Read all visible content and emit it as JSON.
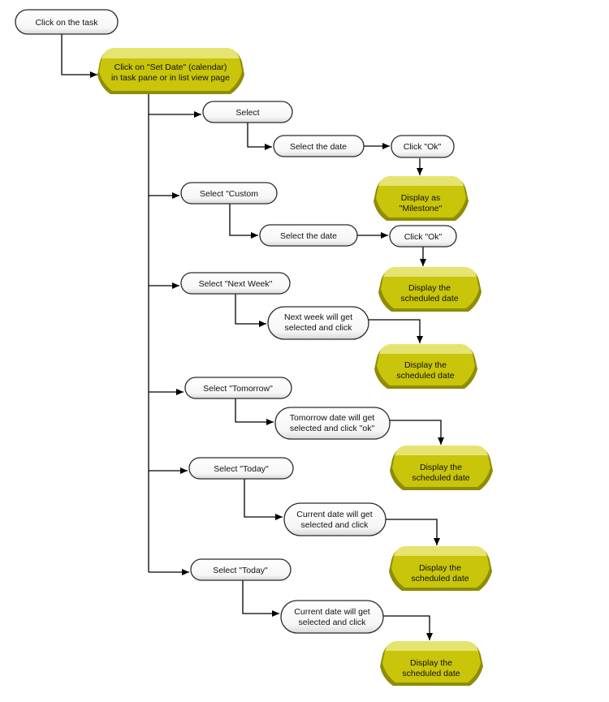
{
  "colors": {
    "line": "#000000",
    "pill_fill": "#ffffff",
    "pill_stroke": "#2a2a2a",
    "terminal_fill": "#c8c50a",
    "terminal_dark": "#8f8c05",
    "terminal_light": "#e6e470"
  },
  "start": {
    "label": "Click on the task"
  },
  "set_date": {
    "line1": "Click on \"Set Date\" (calendar)",
    "line2": "in task pane or in list view page"
  },
  "branch1": {
    "select": "Select",
    "step": "Select the date",
    "ok": "Click \"Ok\"",
    "result_line1": "Display as",
    "result_line2": "\"Milestone\""
  },
  "branch2": {
    "select": "Select \"Custom",
    "step": "Select the date",
    "ok": "Click \"Ok\"",
    "result_line1": "Display the",
    "result_line2": "scheduled date"
  },
  "branch3": {
    "select": "Select \"Next Week\"",
    "step_line1": "Next week will get",
    "step_line2": "selected and click",
    "result_line1": "Display the",
    "result_line2": "scheduled date"
  },
  "branch4": {
    "select": "Select \"Tomorrow\"",
    "step_line1": "Tomorrow date    will get",
    "step_line2": "selected and click \"ok\"",
    "result_line1": "Display the",
    "result_line2": "scheduled date"
  },
  "branch5": {
    "select": "Select \"Today\"",
    "step_line1": "Current date will get",
    "step_line2": "selected and click",
    "result_line1": "Display the",
    "result_line2": "scheduled date"
  },
  "branch6": {
    "select": "Select \"Today\"",
    "step_line1": "Current date will get",
    "step_line2": "selected and click",
    "result_line1": "Display the",
    "result_line2": "scheduled date"
  }
}
